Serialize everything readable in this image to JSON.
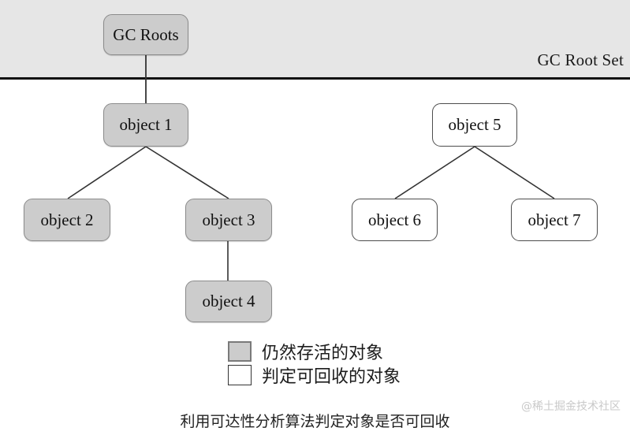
{
  "diagram": {
    "root_band": {
      "label": "GC Root Set",
      "band_color": "#e6e6e6",
      "rule_color": "#111111"
    },
    "colors": {
      "alive_fill": "#cccccc",
      "alive_border": "#8c8c8c",
      "dead_fill": "#ffffff",
      "dead_border": "#4d4d4d",
      "edge": "#333333"
    },
    "nodes": [
      {
        "id": "gc-roots",
        "label": "GC Roots",
        "state": "alive"
      },
      {
        "id": "object-1",
        "label": "object 1",
        "state": "alive"
      },
      {
        "id": "object-2",
        "label": "object 2",
        "state": "alive"
      },
      {
        "id": "object-3",
        "label": "object 3",
        "state": "alive"
      },
      {
        "id": "object-4",
        "label": "object 4",
        "state": "alive"
      },
      {
        "id": "object-5",
        "label": "object 5",
        "state": "dead"
      },
      {
        "id": "object-6",
        "label": "object 6",
        "state": "dead"
      },
      {
        "id": "object-7",
        "label": "object 7",
        "state": "dead"
      }
    ],
    "edges": [
      {
        "from": "gc-roots",
        "to": "object-1"
      },
      {
        "from": "object-1",
        "to": "object-2"
      },
      {
        "from": "object-1",
        "to": "object-3"
      },
      {
        "from": "object-3",
        "to": "object-4"
      },
      {
        "from": "object-5",
        "to": "object-6"
      },
      {
        "from": "object-5",
        "to": "object-7"
      }
    ],
    "legend": [
      {
        "swatch": "alive",
        "label": "仍然存活的对象"
      },
      {
        "swatch": "dead",
        "label": "判定可回收的对象"
      }
    ],
    "caption": "利用可达性分析算法判定对象是否可回收",
    "watermark": "@稀土掘金技术社区"
  }
}
